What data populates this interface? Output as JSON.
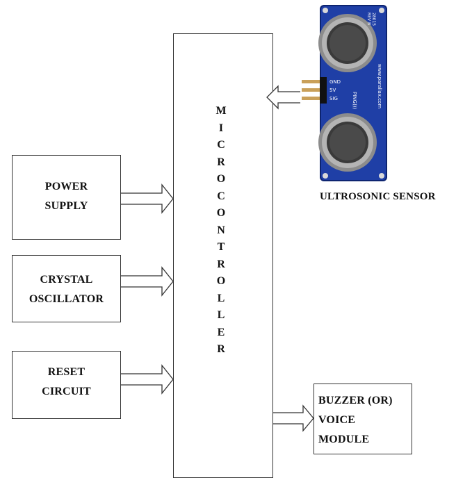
{
  "blocks": {
    "power_supply": "POWER\nSUPPLY",
    "crystal": "CRYSTAL\nOSCILLATOR",
    "reset": "RESET\nCIRCUIT",
    "microcontroller_letters": [
      "M",
      "I",
      "C",
      "R",
      "O",
      "C",
      "O",
      "N",
      "T",
      "R",
      "O",
      "L",
      "L",
      "E",
      "R"
    ],
    "sensor_label": "ULTROSONIC SENSOR",
    "buzzer": "BUZZER (OR)\nVOICE\nMODULE"
  },
  "sensor_board": {
    "top_text": "28015\nREV B",
    "side_text": "www.parallax.com",
    "pin_labels": [
      "GND",
      "5V",
      "SIG"
    ],
    "ping_text": "PING)))",
    "board_color": "#1f3fa6"
  }
}
